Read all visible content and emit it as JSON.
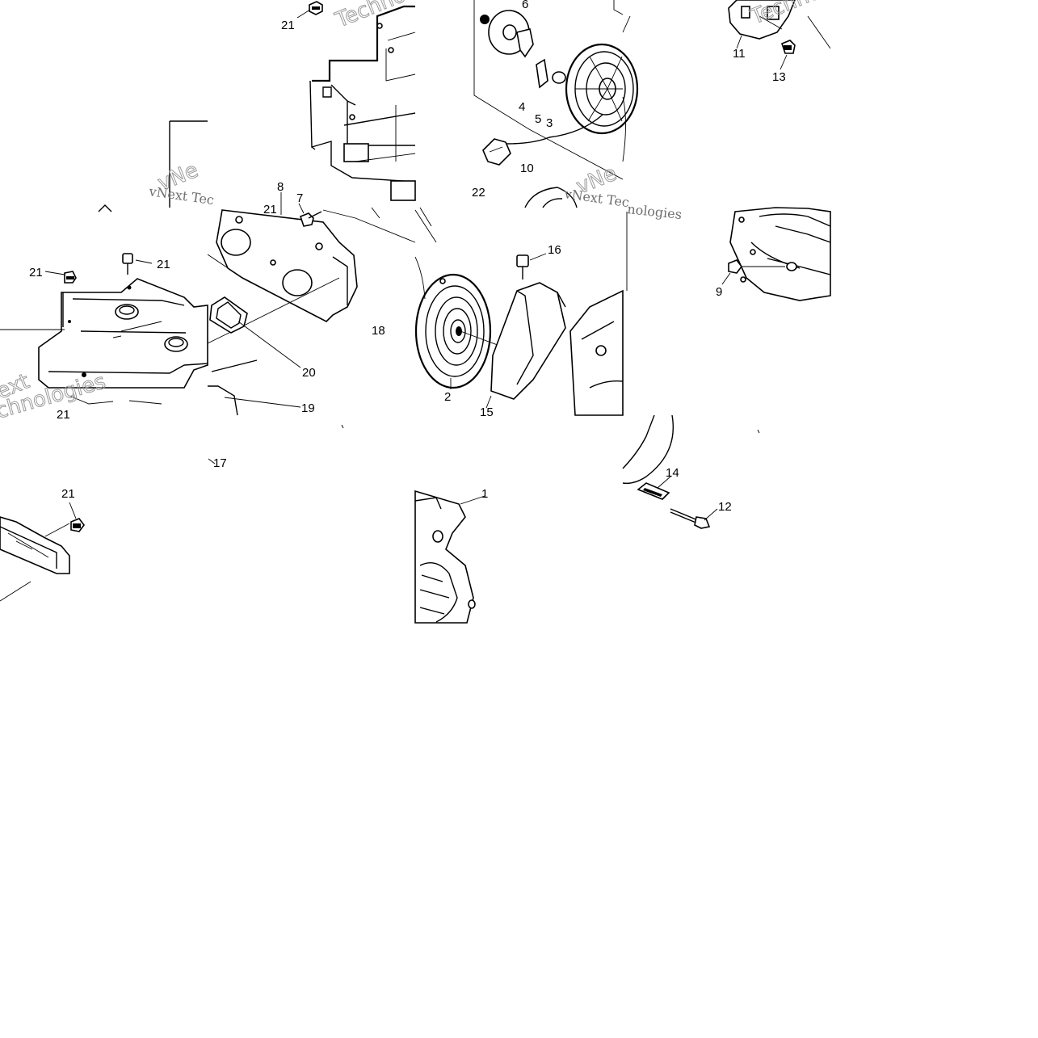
{
  "part_labels": {
    "p1": "1",
    "p2": "2",
    "p3": "3",
    "p4": "4",
    "p5": "5",
    "p6": "6",
    "p7": "7",
    "p8": "8",
    "p9": "9",
    "p10": "10",
    "p11": "11",
    "p12": "12",
    "p13": "13",
    "p14": "14",
    "p15": "15",
    "p16": "16",
    "p17": "17",
    "p18": "18",
    "p19": "19",
    "p20": "20",
    "p21a": "21",
    "p21b": "21",
    "p21c": "21",
    "p21d": "21",
    "p21e": "21",
    "p21f": "21",
    "p22": "22"
  },
  "watermarks": {
    "w1": "vNext Tec",
    "w2": "vNext Tec",
    "w3": "Techno",
    "w4": "Techno",
    "w5": "nologies",
    "w6": "ext",
    "w7": "chnologies",
    "w8": "vNe",
    "w9": "vNe"
  }
}
